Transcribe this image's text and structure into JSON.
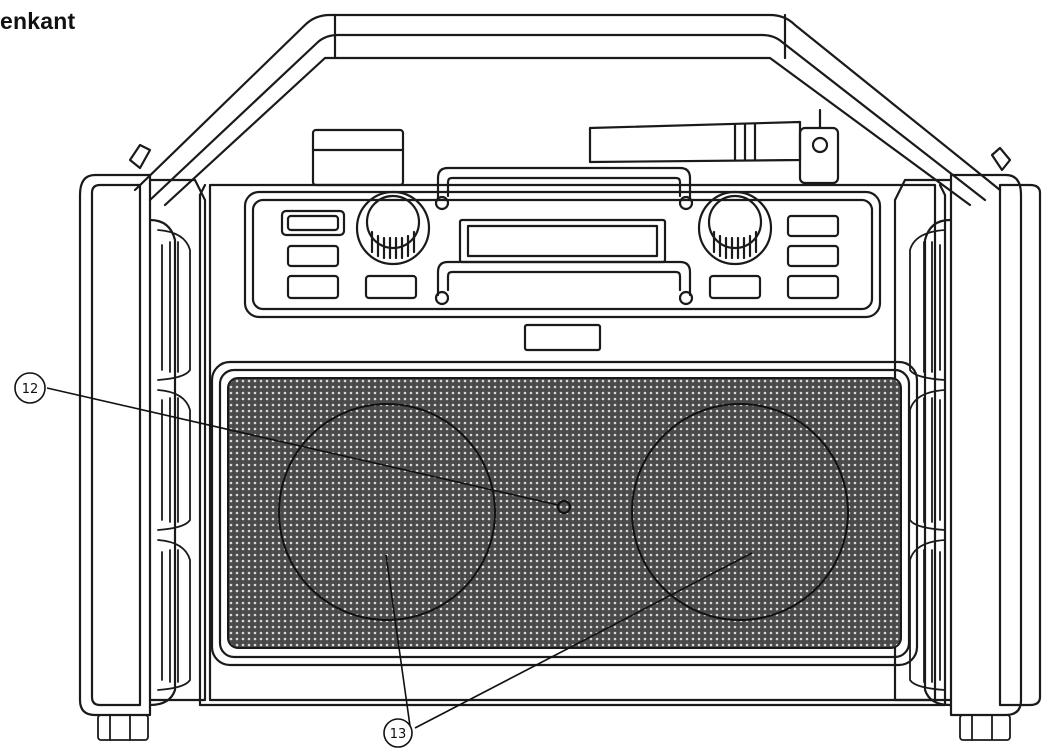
{
  "heading": {
    "text": "enkant"
  },
  "callouts": [
    {
      "number": "12"
    },
    {
      "number": "13"
    }
  ],
  "colors": {
    "line": "#1a1a1a",
    "grille": "#3a3a3a",
    "background": "#ffffff"
  }
}
